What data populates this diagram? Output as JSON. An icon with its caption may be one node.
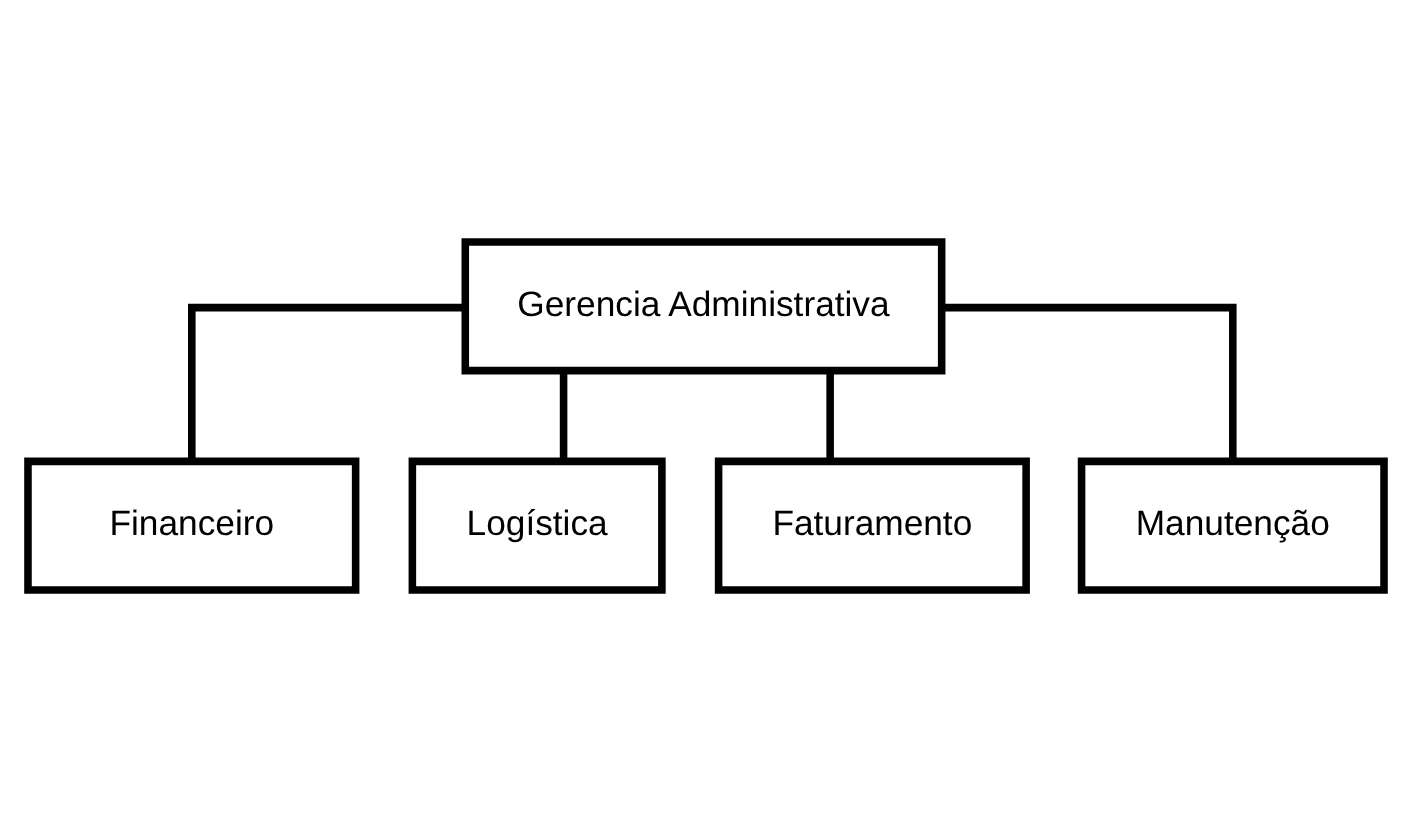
{
  "diagram": {
    "nodes": [
      {
        "text": [
          "Gerencia Administrativa"
        ]
      },
      {
        "text": [
          "Financeiro"
        ]
      },
      {
        "text": [
          "Logística"
        ]
      },
      {
        "text": [
          "Faturamento"
        ]
      },
      {
        "text": [
          "Manutenção"
        ]
      }
    ],
    "edges": [
      {
        "from": 0,
        "to": 1,
        "arrow": "none"
      },
      {
        "from": 0,
        "to": 2,
        "arrow": "none"
      },
      {
        "from": 0,
        "to": 3,
        "arrow": "none"
      },
      {
        "from": 0,
        "to": 4,
        "arrow": "none"
      }
    ]
  }
}
